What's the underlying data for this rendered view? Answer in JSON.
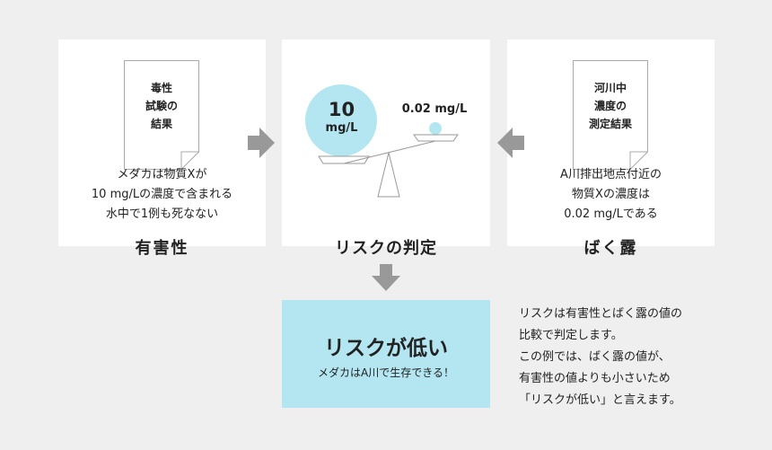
{
  "left": {
    "doc_lines": [
      "毒性",
      "試験の",
      "結果"
    ],
    "desc_lines": [
      "メダカは物質Xが",
      "10 mg/Lの濃度で含まれる",
      "水中で1例も死なない"
    ],
    "title": "有害性"
  },
  "middle": {
    "big_value": "10",
    "big_unit": "mg/L",
    "small_value": "0.02 mg/L",
    "title": "リスクの判定"
  },
  "right": {
    "doc_lines": [
      "河川中",
      "濃度の",
      "測定結果"
    ],
    "desc_lines": [
      "A川排出地点付近の",
      "物質Xの濃度は",
      "0.02 mg/Lである"
    ],
    "title": "ばく露"
  },
  "result": {
    "title": "リスクが低い",
    "subtitle": "メダカはA川で生存できる！"
  },
  "note_lines": [
    "リスクは有害性とばく露の値の",
    "比較で判定します。",
    "この例では、ばく露の値が、",
    "有害性の値よりも小さいため",
    "「リスクが低い」と言えます。"
  ],
  "colors": {
    "background": "#efefef",
    "panel": "#ffffff",
    "result_box": "#b3e6f1",
    "ball": "#b3e6f1",
    "arrow": "#999999"
  },
  "icons": {
    "document": "document-icon",
    "arrow_right": "arrow-right-icon",
    "arrow_left": "arrow-left-icon",
    "arrow_down": "arrow-down-icon",
    "scale": "balance-scale-icon"
  }
}
